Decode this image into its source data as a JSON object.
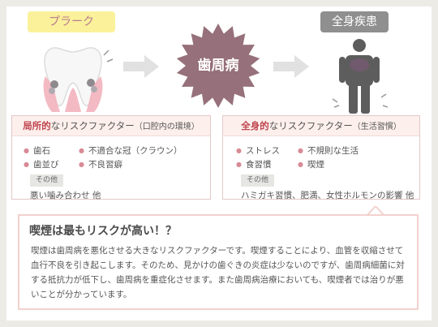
{
  "labels": {
    "plaque": "プラーク",
    "disease": "歯周病",
    "whole_body": "全身疾患"
  },
  "local_panel": {
    "title_highlight": "局所的",
    "title_rest": "なリスクファクター",
    "title_sub": "（口腔内の環境）",
    "items": [
      "歯石",
      "不適合な冠（クラウン）",
      "歯並び",
      "不良習癖"
    ],
    "other_tag": "その他",
    "other_text": "悪い噛み合わせ 他"
  },
  "systemic_panel": {
    "title_highlight": "全身的",
    "title_rest": "なリスクファクター",
    "title_sub": "（生活習慣）",
    "items": [
      "ストレス",
      "不規則な生活",
      "食習慣",
      "喫煙"
    ],
    "other_tag": "その他",
    "other_text": "ハミガキ習慣、肥満、女性ホルモンの影響 他"
  },
  "note": {
    "title": "喫煙は最もリスクが高い！？",
    "body": "喫煙は歯周病を悪化させる大きなリスクファクターです。喫煙することにより、血管を収縮させて血行不良を引き起こします。そのため、見かけの歯ぐきの炎症は少ないのですが、歯周病細菌に対する抵抗力が低下し、歯周病を重症化させます。また歯周病治療においても、喫煙者では治りが悪いことが分かっています。"
  },
  "colors": {
    "accent_red": "#c0454f",
    "plaque_yellow": "#faf19a",
    "burst_mauve": "#96707a",
    "gray": "#8f8f8f",
    "panel_pink": "#fcefec"
  }
}
